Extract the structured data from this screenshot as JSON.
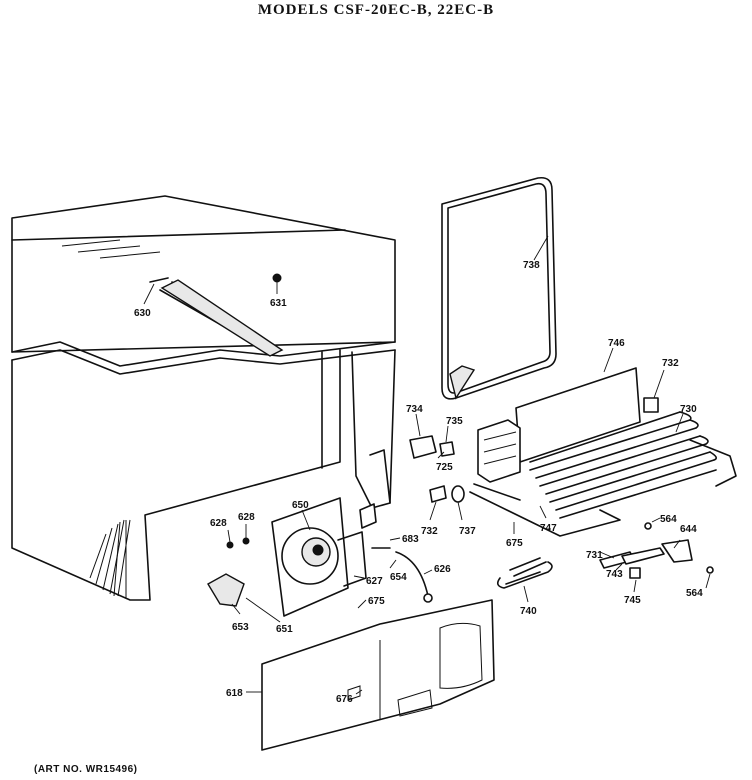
{
  "header": {
    "title": "MODELS CSF-20EC-B, 22EC-B"
  },
  "footer": {
    "art_number": "(ART NO. WR15496)"
  },
  "parts": {
    "p738": "738",
    "p746": "746",
    "p732": "732",
    "p730": "730",
    "p734": "734",
    "p735": "735",
    "p725": "725",
    "p732b": "732",
    "p737": "737",
    "p747": "747",
    "p675a": "675",
    "p564a": "564",
    "p644": "644",
    "p731": "731",
    "p743": "743",
    "p745": "745",
    "p564b": "564",
    "p630": "630",
    "p631": "631",
    "p650": "650",
    "p683": "683",
    "p628a": "628",
    "p628b": "628",
    "p627": "627",
    "p654": "654",
    "p626": "626",
    "p675b": "675",
    "p740": "740",
    "p653": "653",
    "p651": "651",
    "p618": "618",
    "p676": "676"
  }
}
